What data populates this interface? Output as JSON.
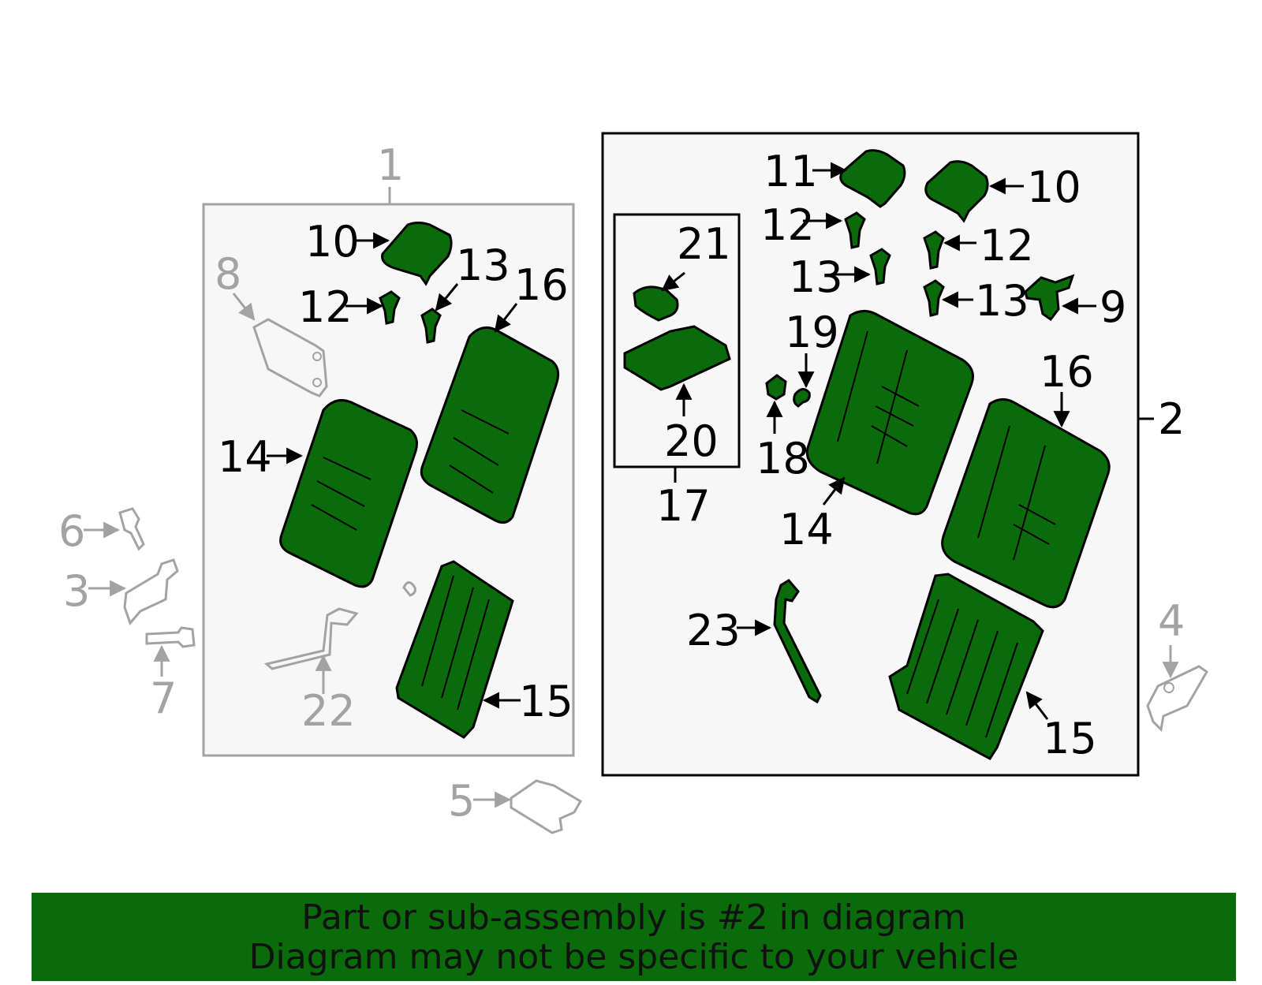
{
  "colors": {
    "highlight": "#0a6b0a",
    "active_line": "#000000",
    "inactive_line": "#a3a3a3",
    "panel_fill": "#f7f7f7",
    "banner_bg": "#0a6b0a"
  },
  "banner": {
    "line1": "Part or sub-assembly is #2 in diagram",
    "line2": "Diagram may not be specific to your vehicle"
  },
  "callouts": {
    "c1": "1",
    "c2": "2",
    "c3": "3",
    "c4": "4",
    "c5": "5",
    "c6": "6",
    "c7": "7",
    "c8": "8",
    "c9": "9",
    "left_10": "10",
    "left_12": "12",
    "left_13": "13",
    "left_14": "14",
    "left_15": "15",
    "left_16": "16",
    "c22": "22",
    "right_10": "10",
    "c11": "11",
    "right_12a": "12",
    "right_12b": "12",
    "right_13a": "13",
    "right_13b": "13",
    "right_14": "14",
    "right_15": "15",
    "right_16": "16",
    "c17": "17",
    "c18": "18",
    "c19": "19",
    "c20": "20",
    "c21": "21",
    "c23": "23"
  },
  "highlighted_assembly": "2"
}
